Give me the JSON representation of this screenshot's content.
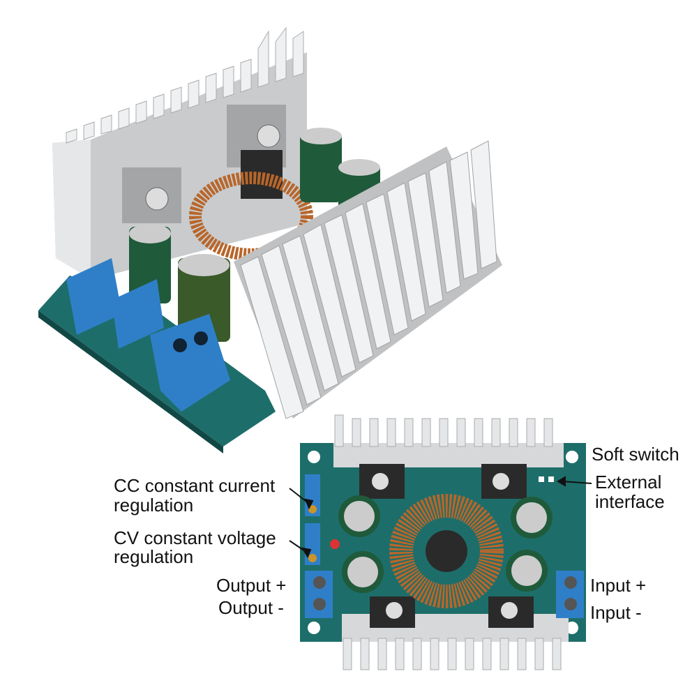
{
  "labels": {
    "soft_switch": "Soft switch",
    "external_interface_1": "External",
    "external_interface_2": "interface",
    "cc_1": "CC constant current",
    "cc_2": "regulation",
    "cv_1": "CV constant voltage",
    "cv_2": "regulation",
    "output_plus": "Output +",
    "output_minus": "Output -",
    "input_plus": "Input +",
    "input_minus": "Input -"
  },
  "colors": {
    "pcb": "#1d6e6a",
    "heatsink": "#d6d8da",
    "copper": "#b8662a",
    "terminal": "#2f7fc8",
    "capacitor": "#1f5a3a"
  }
}
